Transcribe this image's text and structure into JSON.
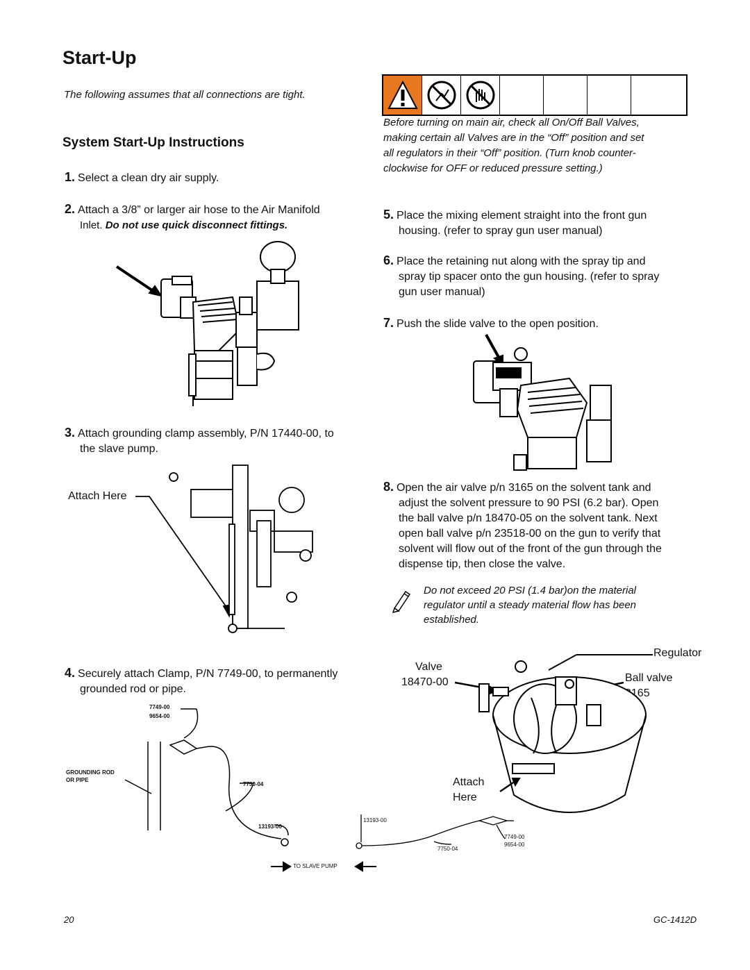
{
  "title": "Start-Up",
  "intro": "The following assumes that all connections are tight.",
  "section_title": "System Start-Up Instructions",
  "steps": [
    {
      "num": "1.",
      "text": "Select a clean dry air supply."
    },
    {
      "num": "2.",
      "text_a": "Attach a 3/8” or larger air hose to the Air Manifold",
      "text_b": "Inlet.",
      "emph": "Do not use quick disconnect fittings."
    },
    {
      "num": "3.",
      "text_a": "Attach grounding clamp assembly, P/N 17440-00, to",
      "text_b": "the slave pump."
    },
    {
      "num": "4.",
      "text_a": "Securely attach Clamp, P/N 7749-00, to permanently",
      "text_b": "grounded rod or pipe."
    },
    {
      "num": "5.",
      "text_a": "Place the mixing element straight into the front gun",
      "text_b": "housing. (refer to spray gun user manual)"
    },
    {
      "num": "6.",
      "text_a": "Place the retaining nut along with the spray tip and",
      "text_b": "spray tip spacer onto the gun housing. (refer to spray",
      "text_c": "gun user manual)"
    },
    {
      "num": "7.",
      "text": "Push the slide valve to the open position."
    },
    {
      "num": "8.",
      "lines": [
        "Open the air valve p/n 3165 on the solvent tank and",
        "adjust the solvent pressure to 90 PSI (6.2 bar). Open",
        "the ball valve p/n 18470-05 on the solvent tank. Next",
        "open ball valve p/n 23518-00 on the gun to verify that",
        "solvent will flow out of the front of the gun through the",
        "dispense tip, then close the valve."
      ]
    }
  ],
  "warning": {
    "lines": [
      "Before turning on main air, check all On/Off Ball Valves,",
      "making certain all Valves are in the “Off” position and set",
      "all regulators in their “Off” position.  (Turn knob counter-",
      "clockwise for OFF or reduced pressure setting.)"
    ],
    "icons": [
      "warning-triangle-icon",
      "no-spark-icon",
      "no-hand-icon"
    ]
  },
  "note": {
    "lines": [
      "Do not exceed 20 PSI (1.4 bar)on the material",
      "regulator until a steady material flow has been",
      "established."
    ],
    "icon": "pencil-note-icon"
  },
  "figure_labels": {
    "attach_here": "Attach Here",
    "attach": "Attach",
    "here": "Here",
    "regulator": "Regulator",
    "valve": "Valve",
    "valve_pn": "18470-00",
    "ball_valve": "Ball valve",
    "ball_valve_pn": "3165",
    "clamp_a": "7749-00",
    "clamp_b": "9654-00",
    "grounding_rod_1": "GROUNDING ROD",
    "grounding_rod_2": "OR PIPE",
    "cable": "7750-04",
    "wire": "13193-00",
    "to_slave_pump": "TO SLAVE PUMP",
    "wire_r": "13193-00",
    "cable_r": "7750-04",
    "clamp_r_a": "7749-00",
    "clamp_r_b": "9654-00"
  },
  "footer": {
    "page": "20",
    "doc": "GC-1412D"
  }
}
